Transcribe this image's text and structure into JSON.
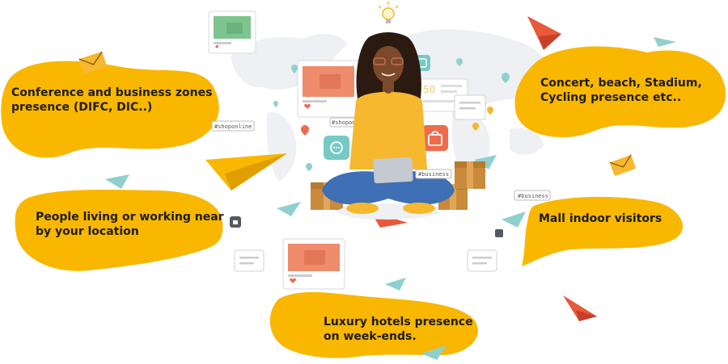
{
  "colors": {
    "blob": "#f9b700",
    "shirt": "#f5b82e",
    "jeans": "#3f6fb5",
    "skin": "#7a4a2a",
    "hair": "#2b1a10",
    "box": "#c98a3b",
    "plane_red": "#e8583a",
    "plane_teal": "#8fd0cf",
    "envelope": "#f5b82e",
    "map": "#eef0f3",
    "card_green": "#7ec48f",
    "card_orange": "#ee8c6c",
    "icon_teal": "#76c9c4",
    "icon_red": "#ee6b4d"
  },
  "blobs": {
    "conference": "Conference and business zones presence (DIFC, DIC..)",
    "concert": "Concert, beach, Stadium, Cycling presence etc..",
    "people_near": "People living or working near by your location",
    "mall": "Mall indoor visitors",
    "hotels": "Luxury hotels presence on week-ends."
  },
  "tags": {
    "shoponline": "#shoponline",
    "shoponline_small": "#shoponline",
    "business_laptop": "#business",
    "business_right": "#business"
  },
  "labels": {
    "box_tag": "50"
  },
  "icons": [
    "lightbulb-icon",
    "heart-icon",
    "shopping-bag-icon",
    "chat-bubble-icon",
    "paper-plane-icon",
    "envelope-icon",
    "map-pin-icon",
    "lock-icon"
  ]
}
